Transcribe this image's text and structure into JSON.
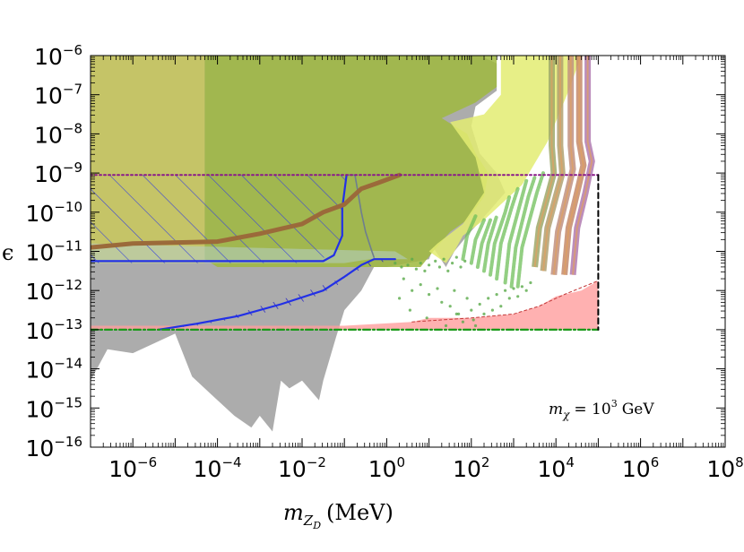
{
  "chart_data": {
    "type": "area",
    "xlabel": {
      "symbol": "m",
      "sub": "Z",
      "subsub": "D",
      "unit": "(MeV)"
    },
    "ylabel": "ϵ",
    "x_scale": "log",
    "y_scale": "log",
    "xlim": [
      1e-07,
      100000000.0
    ],
    "ylim": [
      1e-16,
      1e-06
    ],
    "x_ticks": [
      {
        "base": "10",
        "exp": "−6",
        "value": 1e-06
      },
      {
        "base": "10",
        "exp": "−4",
        "value": 0.0001
      },
      {
        "base": "10",
        "exp": "−2",
        "value": 0.01
      },
      {
        "base": "10",
        "exp": "0",
        "value": 1
      },
      {
        "base": "10",
        "exp": "2",
        "value": 100.0
      },
      {
        "base": "10",
        "exp": "4",
        "value": 10000.0
      },
      {
        "base": "10",
        "exp": "6",
        "value": 1000000.0
      },
      {
        "base": "10",
        "exp": "8",
        "value": 100000000.0
      }
    ],
    "y_ticks": [
      {
        "base": "10",
        "exp": "−6",
        "value": 1e-06
      },
      {
        "base": "10",
        "exp": "−7",
        "value": 1e-07
      },
      {
        "base": "10",
        "exp": "−8",
        "value": 1e-08
      },
      {
        "base": "10",
        "exp": "−9",
        "value": 1e-09
      },
      {
        "base": "10",
        "exp": "−10",
        "value": 1e-10
      },
      {
        "base": "10",
        "exp": "−11",
        "value": 1e-11
      },
      {
        "base": "10",
        "exp": "−12",
        "value": 1e-12
      },
      {
        "base": "10",
        "exp": "−13",
        "value": 1e-13
      },
      {
        "base": "10",
        "exp": "−14",
        "value": 1e-14
      },
      {
        "base": "10",
        "exp": "−15",
        "value": 1e-15
      },
      {
        "base": "10",
        "exp": "−16",
        "value": 1e-16
      }
    ],
    "annotation": {
      "lhs_symbol": "m",
      "lhs_sub": "χ",
      "rhs": "= 10",
      "rhs_exp": "3",
      "unit": "GeV"
    },
    "regions": [
      {
        "color": "#a8a8a8",
        "opacity": 0.95,
        "points": [
          [
            -7,
            -14.3
          ],
          [
            -6.6,
            -13.5
          ],
          [
            -6,
            -13.6
          ],
          [
            -5,
            -13.1
          ],
          [
            -4.6,
            -14.2
          ],
          [
            -4.1,
            -14.7
          ],
          [
            -3.6,
            -15.2
          ],
          [
            -3.2,
            -15.5
          ],
          [
            -3,
            -15.2
          ],
          [
            -2.7,
            -15.6
          ],
          [
            -2.5,
            -14.3
          ],
          [
            -2.3,
            -14.5
          ],
          [
            -2,
            -14.3
          ],
          [
            -1.6,
            -14.8
          ],
          [
            -1.5,
            -14.3
          ],
          [
            -1.2,
            -13.2
          ],
          [
            -1,
            -12.5
          ],
          [
            -0.6,
            -12
          ],
          [
            -0.3,
            -11.4
          ],
          [
            0,
            -11.4
          ],
          [
            0.5,
            -11.3
          ],
          [
            1,
            -11.2
          ],
          [
            1.1,
            -10.9
          ],
          [
            1.4,
            -11.4
          ],
          [
            1.6,
            -11
          ],
          [
            1.9,
            -10.6
          ],
          [
            2.4,
            -10
          ],
          [
            2.8,
            -9.5
          ],
          [
            2.6,
            -9
          ],
          [
            2.2,
            -8.5
          ],
          [
            2,
            -7.8
          ],
          [
            2.1,
            -7.3
          ],
          [
            2.6,
            -6.9
          ],
          [
            2.6,
            -6.2
          ],
          [
            2.2,
            -6
          ],
          [
            -7,
            -6
          ]
        ]
      },
      {
        "color": "#c9c85b",
        "opacity": 0.85,
        "points": [
          [
            -7,
            -6
          ],
          [
            -4.3,
            -6
          ],
          [
            -4.3,
            -11.3
          ],
          [
            -7,
            -11.3
          ]
        ]
      },
      {
        "color": "#9fb83e",
        "opacity": 0.85,
        "points": [
          [
            -4.3,
            -6
          ],
          [
            2.6,
            -6
          ],
          [
            2.6,
            -6.8
          ],
          [
            2.1,
            -7.2
          ],
          [
            1.7,
            -7.4
          ],
          [
            1.3,
            -7.6
          ],
          [
            1.9,
            -8
          ],
          [
            2.1,
            -8.5
          ],
          [
            2.4,
            -9
          ],
          [
            2.3,
            -9.6
          ],
          [
            1.9,
            -10.2
          ],
          [
            1.5,
            -10.5
          ],
          [
            1.1,
            -11
          ],
          [
            0.8,
            -11.4
          ],
          [
            -0.2,
            -11.4
          ],
          [
            -4,
            -11.4
          ],
          [
            -4.3,
            -11.2
          ]
        ]
      },
      {
        "color": "#e3ec72",
        "opacity": 0.85,
        "points": [
          [
            -7,
            -11
          ],
          [
            1,
            -11
          ],
          [
            1.4,
            -11.3
          ],
          [
            1.6,
            -11
          ],
          [
            1.8,
            -10.6
          ],
          [
            2.3,
            -10.2
          ],
          [
            2.9,
            -9.6
          ],
          [
            3.2,
            -9.3
          ],
          [
            3.8,
            -8.2
          ],
          [
            4.3,
            -6.9
          ],
          [
            4.6,
            -6
          ],
          [
            2.7,
            -6
          ],
          [
            2.7,
            -7
          ],
          [
            2.3,
            -7.5
          ],
          [
            1.5,
            -7.7
          ],
          [
            1.7,
            -8
          ],
          [
            2.1,
            -8.6
          ],
          [
            2.3,
            -9.5
          ],
          [
            1.8,
            -10.3
          ],
          [
            1.2,
            -10.8
          ],
          [
            1,
            -11
          ]
        ]
      },
      {
        "color": "#ff9e9e",
        "opacity": 0.8,
        "points": [
          [
            -7,
            -12.9
          ],
          [
            -4,
            -12.9
          ],
          [
            -1,
            -12.9
          ],
          [
            0.6,
            -12.8
          ],
          [
            1,
            -12.7
          ],
          [
            2,
            -12.7
          ],
          [
            3,
            -12.6
          ],
          [
            3.6,
            -12.4
          ],
          [
            4,
            -12.15
          ],
          [
            4.6,
            -12
          ],
          [
            5,
            -11.75
          ],
          [
            5,
            -13
          ],
          [
            -7,
            -13
          ]
        ]
      },
      {
        "color": "#b7d0c8",
        "opacity": 0.55,
        "points": [
          [
            -7,
            -10.8
          ],
          [
            0.2,
            -11
          ],
          [
            0.5,
            -11.2
          ],
          [
            -0.4,
            -11.2
          ],
          [
            -1,
            -11.3
          ],
          [
            -4,
            -11.3
          ],
          [
            -7,
            -11.3
          ]
        ]
      }
    ],
    "hatched_regions": [
      {
        "color": "#3a44d8",
        "points": [
          [
            -7,
            -9.05
          ],
          [
            -0.95,
            -9.05
          ],
          [
            -1.05,
            -9.6
          ],
          [
            -1.0,
            -10.3
          ],
          [
            -1.1,
            -10.8
          ],
          [
            -1.25,
            -11.1
          ],
          [
            -2,
            -11.3
          ],
          [
            -7,
            -11.3
          ]
        ]
      },
      {
        "color": "#1a17c8",
        "points": [
          [
            -5.4,
            -13
          ],
          [
            -4.5,
            -12.9
          ],
          [
            -3,
            -12.6
          ],
          [
            -2,
            -12.3
          ],
          [
            -1.2,
            -11.9
          ],
          [
            -0.9,
            -11.6
          ],
          [
            -0.6,
            -11.3
          ],
          [
            -0.3,
            -11.2
          ],
          [
            0.1,
            -11.2
          ],
          [
            -0.7,
            -11.5
          ],
          [
            -1.1,
            -11.7
          ],
          [
            -2.1,
            -12.1
          ],
          [
            -3,
            -12.4
          ],
          [
            -3.8,
            -12.7
          ],
          [
            -4.6,
            -12.9
          ]
        ]
      }
    ],
    "lines": [
      {
        "color": "#2230e6",
        "width": 2.2,
        "dash": "",
        "points": [
          [
            -7,
            -11.25
          ],
          [
            -1.5,
            -11.25
          ],
          [
            -1.25,
            -11.1
          ],
          [
            -1.05,
            -10.6
          ],
          [
            -1.05,
            -9.9
          ],
          [
            -0.95,
            -9.05
          ]
        ]
      },
      {
        "color": "#2230e6",
        "width": 2.2,
        "dash": "",
        "points": [
          [
            -5.4,
            -13
          ],
          [
            -4.5,
            -12.85
          ],
          [
            -3.5,
            -12.65
          ],
          [
            -2.5,
            -12.35
          ],
          [
            -1.5,
            -12
          ],
          [
            -1,
            -11.65
          ],
          [
            -0.6,
            -11.35
          ],
          [
            -0.3,
            -11.2
          ],
          [
            0.2,
            -11.2
          ]
        ]
      },
      {
        "color": "#6e7e8f",
        "width": 1.6,
        "dash": "",
        "points": [
          [
            -0.95,
            -9.05
          ],
          [
            -0.75,
            -9.05
          ],
          [
            -0.6,
            -10
          ],
          [
            -0.5,
            -10.5
          ],
          [
            -0.35,
            -11
          ],
          [
            -0.3,
            -11.15
          ]
        ]
      },
      {
        "color": "#9b6a3a",
        "width": 5,
        "dash": "",
        "points": [
          [
            -7,
            -10.9
          ],
          [
            -6,
            -10.8
          ],
          [
            -4,
            -10.75
          ],
          [
            -3,
            -10.55
          ],
          [
            -2,
            -10.3
          ],
          [
            -1.5,
            -10
          ],
          [
            -1,
            -9.8
          ],
          [
            -0.6,
            -9.4
          ],
          [
            -0.2,
            -9.25
          ],
          [
            0.3,
            -9.05
          ]
        ]
      },
      {
        "color": "#8a1a8a",
        "width": 2,
        "dash": "2,3",
        "points": [
          [
            -7,
            -9.05
          ],
          [
            5,
            -9.05
          ]
        ]
      },
      {
        "color": "#1a9a1a",
        "width": 2.2,
        "dash": "8,3,2,3",
        "points": [
          [
            -7,
            -13
          ],
          [
            5,
            -13
          ]
        ]
      },
      {
        "color": "#000000",
        "width": 2,
        "dash": "6,4",
        "points": [
          [
            5,
            -9.05
          ],
          [
            5,
            -13
          ]
        ]
      },
      {
        "color": "#c43a3a",
        "width": 1,
        "dash": "3,3",
        "points": [
          [
            0.6,
            -12.8
          ],
          [
            2,
            -12.7
          ],
          [
            3,
            -12.6
          ],
          [
            3.6,
            -12.4
          ],
          [
            4.2,
            -12.1
          ],
          [
            5,
            -11.75
          ]
        ]
      }
    ],
    "curve_family_green": [
      [
        [
          1.8,
          -11.2
        ],
        [
          1.9,
          -10.6
        ],
        [
          2.1,
          -10.1
        ]
      ],
      [
        [
          2.0,
          -11.3
        ],
        [
          2.1,
          -10.7
        ],
        [
          2.3,
          -10.2
        ]
      ],
      [
        [
          2.15,
          -11.4
        ],
        [
          2.25,
          -10.8
        ],
        [
          2.45,
          -10.2
        ]
      ],
      [
        [
          2.3,
          -11.5
        ],
        [
          2.4,
          -10.8
        ],
        [
          2.6,
          -10.1
        ]
      ],
      [
        [
          2.45,
          -11.6
        ],
        [
          2.55,
          -10.8
        ],
        [
          2.8,
          -10.0
        ],
        [
          2.9,
          -9.6
        ]
      ],
      [
        [
          2.6,
          -11.7
        ],
        [
          2.7,
          -10.8
        ],
        [
          2.95,
          -9.9
        ],
        [
          3.1,
          -9.4
        ]
      ],
      [
        [
          2.8,
          -11.8
        ],
        [
          2.9,
          -10.8
        ],
        [
          3.15,
          -9.8
        ],
        [
          3.3,
          -9.2
        ]
      ],
      [
        [
          2.95,
          -11.9
        ],
        [
          3.05,
          -10.9
        ],
        [
          3.35,
          -9.6
        ],
        [
          3.5,
          -9.1
        ]
      ],
      [
        [
          3.1,
          -11.9
        ],
        [
          3.2,
          -10.9
        ],
        [
          3.55,
          -9.5
        ],
        [
          3.7,
          -9.0
        ]
      ]
    ],
    "curve_family_right": [
      {
        "color": "#9ea86a",
        "points": [
          [
            3.5,
            -11.4
          ],
          [
            3.6,
            -10.4
          ],
          [
            3.8,
            -9.6
          ],
          [
            3.95,
            -9.0
          ],
          [
            3.9,
            -8.3
          ],
          [
            3.9,
            -6
          ]
        ]
      },
      {
        "color": "#b0a070",
        "points": [
          [
            3.7,
            -11.5
          ],
          [
            3.8,
            -10.4
          ],
          [
            4.0,
            -9.6
          ],
          [
            4.15,
            -9.0
          ],
          [
            4.1,
            -8.3
          ],
          [
            4.1,
            -6
          ]
        ]
      },
      {
        "color": "#c09080",
        "points": [
          [
            3.95,
            -11.6
          ],
          [
            4.05,
            -10.5
          ],
          [
            4.25,
            -9.6
          ],
          [
            4.4,
            -8.9
          ],
          [
            4.35,
            -8.3
          ],
          [
            4.35,
            -6
          ]
        ]
      },
      {
        "color": "#c48a6a",
        "points": [
          [
            4.2,
            -11.6
          ],
          [
            4.3,
            -10.4
          ],
          [
            4.5,
            -9.5
          ],
          [
            4.65,
            -8.8
          ],
          [
            4.55,
            -8.2
          ],
          [
            4.55,
            -6
          ]
        ]
      },
      {
        "color": "#b07ab0",
        "points": [
          [
            4.4,
            -11.6
          ],
          [
            4.5,
            -10.4
          ],
          [
            4.7,
            -9.5
          ],
          [
            4.85,
            -8.7
          ],
          [
            4.75,
            -8.2
          ],
          [
            4.75,
            -6
          ]
        ]
      }
    ],
    "scatter_green": [
      [
        0.2,
        -11.3
      ],
      [
        0.35,
        -11.4
      ],
      [
        0.5,
        -11.35
      ],
      [
        0.6,
        -11.2
      ],
      [
        0.7,
        -11.45
      ],
      [
        0.8,
        -11.3
      ],
      [
        0.9,
        -11.5
      ],
      [
        1.0,
        -11.35
      ],
      [
        1.15,
        -11.25
      ],
      [
        1.25,
        -11.4
      ],
      [
        1.35,
        -11.2
      ],
      [
        1.45,
        -11.5
      ],
      [
        1.55,
        -11.3
      ],
      [
        1.65,
        -11.15
      ],
      [
        1.75,
        -11.4
      ],
      [
        1.85,
        -11.25
      ],
      [
        0.4,
        -11.7
      ],
      [
        0.6,
        -12.0
      ],
      [
        0.8,
        -11.85
      ],
      [
        1.0,
        -12.1
      ],
      [
        1.2,
        -11.95
      ],
      [
        1.3,
        -12.3
      ],
      [
        1.5,
        -12.4
      ],
      [
        1.6,
        -12.0
      ],
      [
        1.7,
        -12.6
      ],
      [
        1.8,
        -12.8
      ],
      [
        1.9,
        -12.2
      ],
      [
        2.0,
        -12.5
      ],
      [
        2.1,
        -12.9
      ],
      [
        2.2,
        -12.35
      ],
      [
        2.3,
        -12.6
      ],
      [
        2.4,
        -12.2
      ],
      [
        2.5,
        -12.5
      ],
      [
        2.6,
        -12.1
      ],
      [
        2.7,
        -12.4
      ],
      [
        2.8,
        -12.0
      ],
      [
        2.9,
        -12.2
      ],
      [
        3.0,
        -11.95
      ],
      [
        3.1,
        -12.15
      ],
      [
        3.2,
        -11.9
      ],
      [
        3.3,
        -12.0
      ],
      [
        3.4,
        -11.8
      ],
      [
        0.3,
        -12.2
      ],
      [
        0.55,
        -12.5
      ],
      [
        0.95,
        -12.7
      ],
      [
        1.4,
        -12.9
      ],
      [
        1.65,
        -12.6
      ],
      [
        2.05,
        -12.75
      ]
    ]
  }
}
